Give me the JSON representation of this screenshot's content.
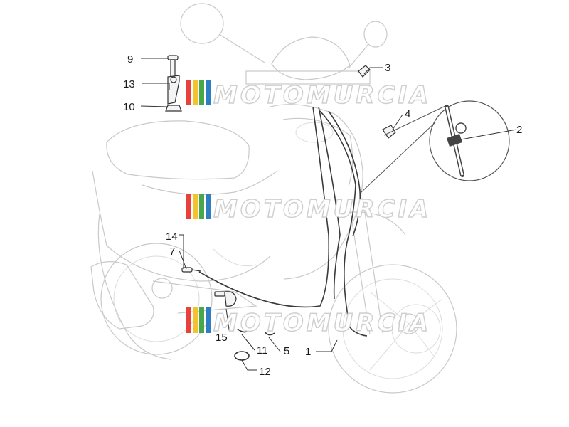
{
  "watermark": {
    "text": "MOTOMURCIA",
    "stripe_colors": [
      "#e8413c",
      "#f2c230",
      "#47a84a",
      "#2d7fc1"
    ]
  },
  "callouts": [
    {
      "id": "9",
      "label": "9"
    },
    {
      "id": "13",
      "label": "13"
    },
    {
      "id": "10",
      "label": "10"
    },
    {
      "id": "3",
      "label": "3"
    },
    {
      "id": "4",
      "label": "4"
    },
    {
      "id": "2",
      "label": "2"
    },
    {
      "id": "14",
      "label": "14"
    },
    {
      "id": "7",
      "label": "7"
    },
    {
      "id": "15",
      "label": "15"
    },
    {
      "id": "11",
      "label": "11"
    },
    {
      "id": "5",
      "label": "5"
    },
    {
      "id": "1",
      "label": "1"
    },
    {
      "id": "12",
      "label": "12"
    }
  ]
}
